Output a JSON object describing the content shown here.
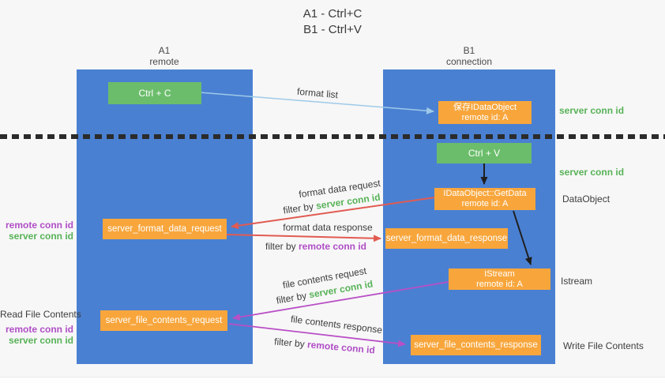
{
  "title": {
    "line1": "A1 - Ctrl+C",
    "line2": "B1 - Ctrl+V"
  },
  "lifelines": {
    "left": {
      "name": "A1",
      "role": "remote"
    },
    "right": {
      "name": "B1",
      "role": "connection"
    }
  },
  "nodes": {
    "ctrl_c": {
      "label": "Ctrl + C"
    },
    "ctrl_v": {
      "label": "Ctrl + V"
    },
    "save_idataobject": {
      "line1": "保存IDataObject",
      "line2": "remote id: A"
    },
    "idataobject_getdata": {
      "line1": "IDataObject::GetData",
      "line2": "remote id: A"
    },
    "istream": {
      "line1": "IStream",
      "line2": "remote id: A"
    },
    "server_format_data_request": {
      "label": "server_format_data_request"
    },
    "server_format_data_response": {
      "label": "server_format_data_response"
    },
    "server_file_contents_request": {
      "label": "server_file_contents_request"
    },
    "server_file_contents_response": {
      "label": "server_file_contents_response"
    }
  },
  "edges": {
    "format_list": {
      "label": "format list"
    },
    "format_data_request": {
      "label": "format data request",
      "filter_prefix": "filter by ",
      "filter_value": "server conn id"
    },
    "format_data_response": {
      "label": "format data response",
      "filter_prefix": "filter by ",
      "filter_value": "remote conn id"
    },
    "file_contents_request": {
      "label": "file contents request",
      "filter_prefix": "filter by ",
      "filter_value": "server conn id"
    },
    "file_contents_response": {
      "label": "file contents response",
      "filter_prefix": "filter by ",
      "filter_value": "remote conn id"
    }
  },
  "side_labels": {
    "server_conn_id_top": "server conn id",
    "server_conn_id_mid": "server conn id",
    "dataobject": "DataObject",
    "istream": "Istream",
    "write_file_contents": "Write File Contents",
    "read_file_contents": "Read File Contents",
    "pair1": {
      "remote": "remote conn id",
      "server": "server conn id"
    },
    "pair2": {
      "remote": "remote conn id",
      "server": "server conn id"
    }
  },
  "colors": {
    "lifeline_blue": "#4a80d2",
    "box_green": "#6bbd6b",
    "box_orange": "#f8a63c",
    "arrow_lightblue": "#9ecae8",
    "arrow_red": "#e15b52",
    "arrow_magenta": "#b94fc6",
    "arrow_black": "#1f1f1f",
    "text_green": "#58b258",
    "text_purple": "#b04ec6",
    "text_dark": "#3d3d3d"
  }
}
